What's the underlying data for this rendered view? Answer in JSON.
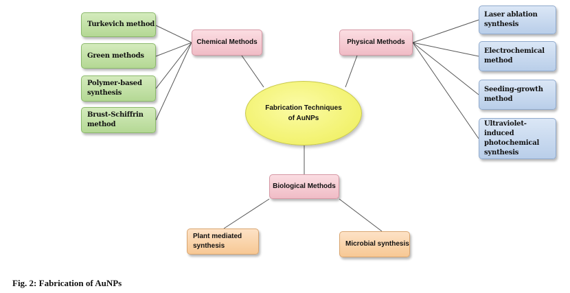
{
  "center": {
    "label": "Fabrication Techniques\nof AuNPs"
  },
  "branches": {
    "chemical": "Chemical Methods",
    "physical": "Physical Methods",
    "biological": "Biological Methods"
  },
  "chemical_methods": [
    "Turkevich method",
    "Green methods",
    "Polymer-based\nsynthesis",
    "Brust-Schiffrin\nmethod"
  ],
  "physical_methods": [
    "Laser ablation\nsynthesis",
    "Electrochemical\nmethod",
    "Seeding-growth\nmethod",
    "Ultraviolet-induced\nphotochemical\nsynthesis"
  ],
  "biological_methods": [
    "Plant mediated\nsynthesis",
    "Microbial synthesis"
  ],
  "caption": "Fig. 2: Fabrication of AuNPs",
  "colors": {
    "chemical_leaf": "#c4e2a6",
    "physical_leaf": "#c9daf0",
    "branch": "#f6ccd3",
    "biological_leaf": "#fbd4ab",
    "center": "#f2f27a",
    "connector": "#555555"
  }
}
